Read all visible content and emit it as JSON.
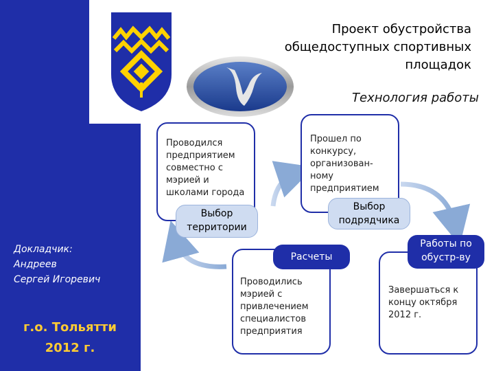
{
  "header": {
    "title_line1": "Проект обустройства",
    "title_line2": "общедоступных спортивных",
    "title_line3": "площадок",
    "subtitle": "Технология работы"
  },
  "sidebar": {
    "reporter_label": "Докладчик:",
    "reporter_first": "Андреев",
    "reporter_last": "Сергей Игоревич",
    "city": "г.о. Тольятти",
    "year": "2012 г."
  },
  "steps": [
    {
      "label": "Выбор территории",
      "label_line1": "Выбор",
      "label_line2": "территории",
      "desc": [
        "Проводился",
        "предприятием",
        "совместно с",
        "мэрией и",
        "школами города"
      ]
    },
    {
      "label": "Выбор подрядчика",
      "label_line1": "Выбор",
      "label_line2": "подрядчика",
      "desc": [
        "Прошел по",
        "конкурсу,",
        "организован-",
        "ному",
        "предприятием"
      ]
    },
    {
      "label": "Работы по обустр-ву",
      "label_line1": "Работы по",
      "label_line2": "обустр-ву",
      "desc": [
        "Завершаться к",
        "концу октября",
        "2012 г."
      ]
    },
    {
      "label": "Расчеты",
      "label_line1": "Расчеты",
      "desc": [
        "Проводились",
        "мэрией с",
        "привлечением",
        "специалистов",
        "предприятия"
      ]
    }
  ],
  "colors": {
    "brand_blue": "#1f2ea8",
    "emblem_yellow": "#ffd200",
    "city_text": "#ffcc33"
  }
}
